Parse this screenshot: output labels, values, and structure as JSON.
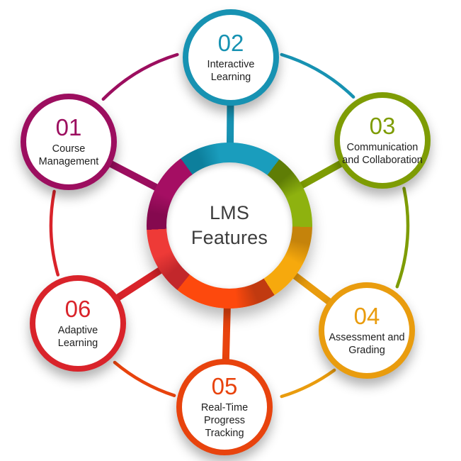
{
  "diagram": {
    "center": {
      "title": "LMS Features"
    },
    "items": [
      {
        "number": "01",
        "label": "Course Management",
        "color": "#9C0E5F"
      },
      {
        "number": "02",
        "label": "Interactive Learning",
        "color": "#1792B2"
      },
      {
        "number": "03",
        "label": "Communication and Collaboration",
        "color": "#7E9C04"
      },
      {
        "number": "04",
        "label": "Assessment and Grading",
        "color": "#E99C0E"
      },
      {
        "number": "05",
        "label": "Real-Time Progress Tracking",
        "color": "#E8430D"
      },
      {
        "number": "06",
        "label": "Adaptive Learning",
        "color": "#D9232A"
      }
    ],
    "ring": {
      "from_deg": 324,
      "segments": [
        {
          "name": "interactive-learning",
          "s": 0,
          "e": 73,
          "dark": "#0D7F9C",
          "bright": "#1A9DBD"
        },
        {
          "name": "communication",
          "s": 73,
          "e": 127,
          "dark": "#5F7D06",
          "bright": "#8EB20F"
        },
        {
          "name": "assessment",
          "s": 127,
          "e": 183,
          "dark": "#C5830B",
          "bright": "#F6A90D"
        },
        {
          "name": "progress-tracking",
          "s": 183,
          "e": 255,
          "dark": "#C13A10",
          "bright": "#FD490D"
        },
        {
          "name": "adaptive-learning",
          "s": 255,
          "e": 303,
          "dark": "#C2272B",
          "bright": "#EE3A37"
        },
        {
          "name": "course-management",
          "s": 303,
          "e": 360,
          "dark": "#85094F",
          "bright": "#A50E63"
        }
      ]
    }
  }
}
